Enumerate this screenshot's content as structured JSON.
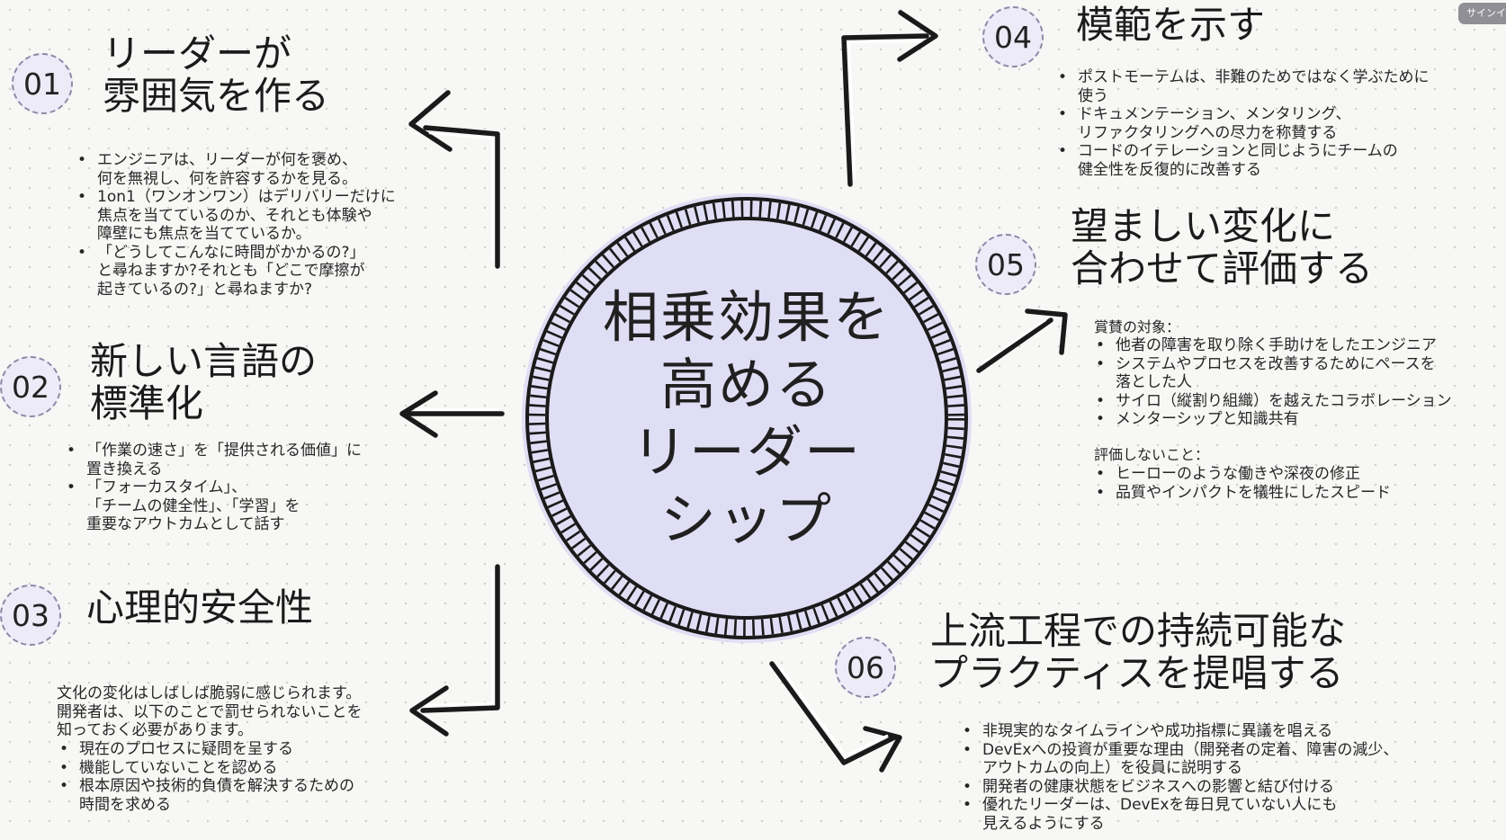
{
  "corner_button": "サインイン",
  "center": {
    "title": "相乗効果を\n高める\nリーダー\nシップ"
  },
  "sections": [
    {
      "num": "01",
      "title": "リーダーが\n雰囲気を作る",
      "bullets": [
        "エンジニアは、リーダーが何を褒め、\n何を無視し、何を許容するかを見る。",
        "1on1（ワンオンワン）はデリバリーだけに\n焦点を当てているのか、それとも体験や\n障壁にも焦点を当てているか。",
        "「どうしてこんなに時間がかかるの?」\nと尋ねますか?それとも「どこで摩擦が\n起きているの?」と尋ねますか?"
      ]
    },
    {
      "num": "02",
      "title": "新しい言語の\n標準化",
      "bullets": [
        "「作業の速さ」を「提供される価値」に\n置き換える",
        "「フォーカスタイム」、\n「チームの健全性」、「学習」を\n重要なアウトカムとして話す"
      ]
    },
    {
      "num": "03",
      "title": "心理的安全性",
      "intro": "文化の変化はしばしば脆弱に感じられます。\n開発者は、以下のことで罰せられないことを\n知っておく必要があります。",
      "bullets": [
        "現在のプロセスに疑問を呈する",
        "機能していないことを認める",
        "根本原因や技術的負債を解決するための\n時間を求める"
      ]
    },
    {
      "num": "04",
      "title": "模範を示す",
      "bullets": [
        "ポストモーテムは、非難のためではなく学ぶために\n使う",
        "ドキュメンテーション、メンタリング、\nリファクタリングへの尽力を称賛する",
        "コードのイテレーションと同じようにチームの\n健全性を反復的に改善する"
      ]
    },
    {
      "num": "05",
      "title": "望ましい変化に\n合わせて評価する",
      "praise_label": "賞賛の対象：",
      "praise": [
        "他者の障害を取り除く手助けをしたエンジニア",
        "システムやプロセスを改善するためにペースを\n落とした人",
        "サイロ（縦割り組織）を越えたコラボレーション",
        "メンターシップと知識共有"
      ],
      "avoid_label": "評価しないこと：",
      "avoid": [
        "ヒーローのような働きや深夜の修正",
        "品質やインパクトを犠牲にしたスピード"
      ]
    },
    {
      "num": "06",
      "title": "上流工程での持続可能な\nプラクティスを提唱する",
      "bullets": [
        "非現実的なタイムラインや成功指標に異議を唱える",
        "DevExへの投資が重要な理由（開発者の定着、障害の減少、\nアウトカムの向上）を役員に説明する",
        "開発者の健康状態をビジネスへの影響と結び付ける",
        "優れたリーダーは、DevExを毎日見ていない人にも\n見えるようにする"
      ]
    }
  ]
}
